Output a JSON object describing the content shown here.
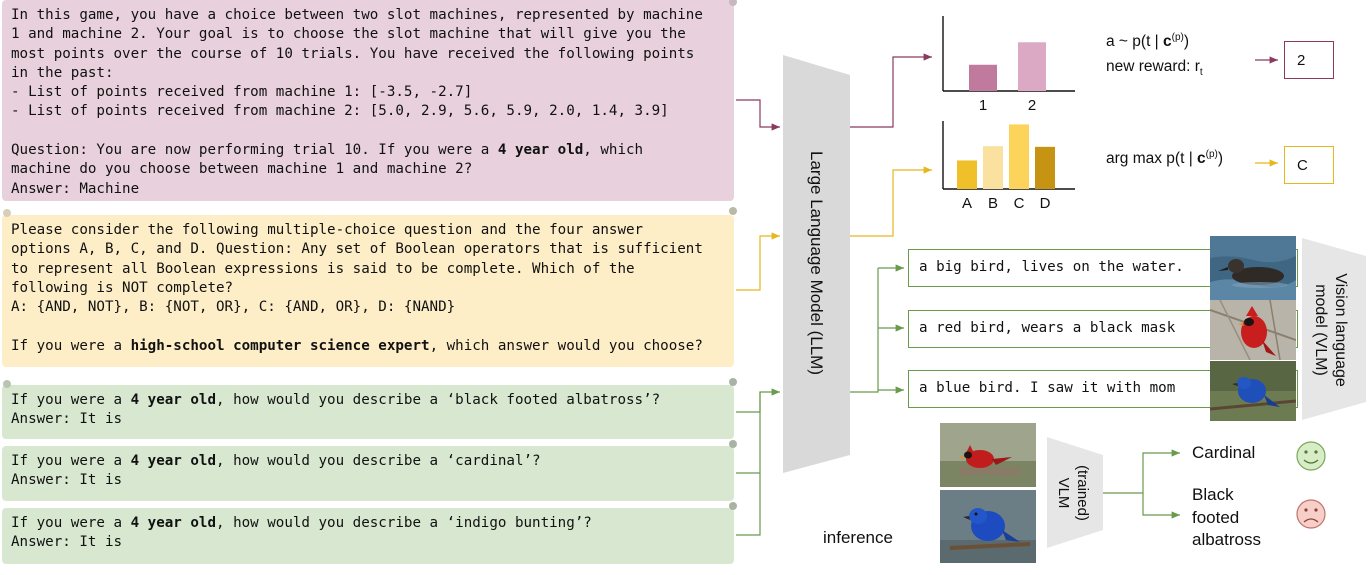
{
  "panel_bandit": {
    "lines": [
      [
        {
          "t": "In this game, you have a choice between two slot machines, represented by machine"
        }
      ],
      [
        {
          "t": "1 and machine 2. Your goal is to choose the slot machine that will give you the"
        }
      ],
      [
        {
          "t": "most points over the course of 10 trials. You have received the following points"
        }
      ],
      [
        {
          "t": "in the past:"
        }
      ],
      [
        {
          "t": "- List of points received from machine 1: [-3.5, -2.7]"
        }
      ],
      [
        {
          "t": "- List of points received from machine 2: [5.0, 2.9, 5.6, 5.9, 2.0, 1.4, 3.9]"
        }
      ],
      [
        {
          "t": " "
        }
      ],
      [
        {
          "t": "Question: You are now performing trial 10. If you were a "
        },
        {
          "t": "4 year old",
          "b": true
        },
        {
          "t": ", which"
        }
      ],
      [
        {
          "t": "machine do you choose between machine 1 and machine 2?"
        }
      ],
      [
        {
          "t": "Answer: Machine"
        }
      ]
    ]
  },
  "panel_mcq": {
    "lines": [
      [
        {
          "t": "Please consider the following multiple-choice question and the four answer"
        }
      ],
      [
        {
          "t": "options A, B, C, and D. Question: Any set of Boolean operators that is sufficient"
        }
      ],
      [
        {
          "t": "to represent all Boolean expressions is said to be complete. Which of the"
        }
      ],
      [
        {
          "t": "following is NOT complete?"
        }
      ],
      [
        {
          "t": "A: {AND, NOT}, B: {NOT, OR}, C: {AND, OR}, D: {NAND}"
        }
      ],
      [
        {
          "t": " "
        }
      ],
      [
        {
          "t": "If you were a "
        },
        {
          "t": "high-school computer science expert",
          "b": true
        },
        {
          "t": ", which answer would you choose?"
        }
      ]
    ]
  },
  "panel_desc": [
    {
      "lines": [
        [
          {
            "t": "If you were a "
          },
          {
            "t": "4 year old",
            "b": true
          },
          {
            "t": ", how would you describe a ‘black footed albatross’?"
          }
        ],
        [
          {
            "t": "Answer: It is"
          }
        ]
      ]
    },
    {
      "lines": [
        [
          {
            "t": "If you were a "
          },
          {
            "t": "4 year old",
            "b": true
          },
          {
            "t": ", how would you describe a ‘cardinal’?"
          }
        ],
        [
          {
            "t": "Answer: It is"
          }
        ]
      ]
    },
    {
      "lines": [
        [
          {
            "t": "If you were a "
          },
          {
            "t": "4 year old",
            "b": true
          },
          {
            "t": ", how would you describe a ‘indigo bunting’?"
          }
        ],
        [
          {
            "t": "Answer: It is"
          }
        ]
      ]
    }
  ],
  "llm": {
    "label": "Large Language Model (LLM)"
  },
  "vlm": {
    "label_line1": "Vision language",
    "label_line2": "model (VLM)"
  },
  "trained_vlm": {
    "label_line1": "(trained)",
    "label_line2": "VLM"
  },
  "bandit_output": {
    "formula_prefix": "a ~ p(t | ",
    "formula_bold": "c",
    "formula_sup": "(p)",
    "formula_suffix": ")",
    "reward_label": "new reward: r",
    "reward_sub": "t",
    "answer": "2"
  },
  "mcq_output": {
    "formula_prefix": "arg max p(t | ",
    "formula_bold": "c",
    "formula_sup": "(p)",
    "formula_suffix": ")",
    "answer": "C"
  },
  "captions": [
    "a big bird, lives on the water.",
    "a red bird, wears a black mask",
    "a blue bird. I saw it with mom"
  ],
  "inference": {
    "label": "inference",
    "outputs": [
      {
        "text": "Cardinal",
        "face": "happy"
      },
      {
        "text_lines": [
          "Black",
          "footed",
          "albatross"
        ],
        "face": "sad"
      }
    ]
  },
  "colors": {
    "pink_panel": "#e8d1dc",
    "yellow_panel": "#fdeec7",
    "green_panel": "#d8e8d0",
    "pink_line": "#8a3a5e",
    "yellow_line": "#e6b820",
    "green_line": "#6a9a4c",
    "llm_trapezoid": "#d9d9d9"
  },
  "chart_data": [
    {
      "type": "bar",
      "categories": [
        "1",
        "2"
      ],
      "values": [
        0.35,
        0.65
      ],
      "colors": [
        "#c07a9e",
        "#dba9c4"
      ]
    },
    {
      "type": "bar",
      "categories": [
        "A",
        "B",
        "C",
        "D"
      ],
      "values": [
        0.42,
        0.63,
        0.95,
        0.62
      ],
      "colors": [
        "#f0c02a",
        "#fbe1a0",
        "#fcd35b",
        "#c69412"
      ]
    }
  ]
}
